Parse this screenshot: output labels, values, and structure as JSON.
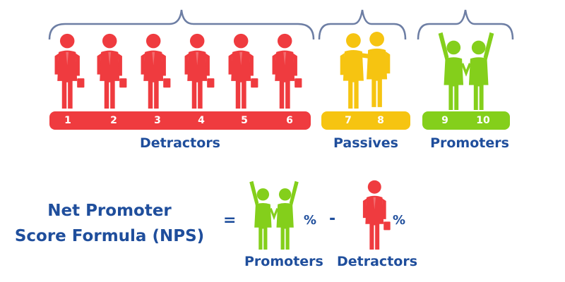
{
  "colors": {
    "detractor": "#ef3b3f",
    "passive": "#f6c411",
    "promoter": "#84cf1b",
    "label": "#1f4e9c",
    "brace": "#6d7ea4"
  },
  "scale": {
    "detractors": [
      "1",
      "2",
      "3",
      "4",
      "5",
      "6"
    ],
    "passives": [
      "7",
      "8"
    ],
    "promoters": [
      "9",
      "10"
    ]
  },
  "groups": {
    "detractors_label": "Detractors",
    "passives_label": "Passives",
    "promoters_label": "Promoters"
  },
  "formula": {
    "title_line1": "Net Promoter",
    "title_line2": "Score Formula (NPS)",
    "equals": "=",
    "percent": "%",
    "minus": "-",
    "promoters_label": "Promoters",
    "detractors_label": "Detractors"
  },
  "icons": {
    "detractor": "sad-person-with-briefcase-icon",
    "passive": "neutral-people-arm-in-arm-icon",
    "promoter": "cheering-people-icon"
  }
}
